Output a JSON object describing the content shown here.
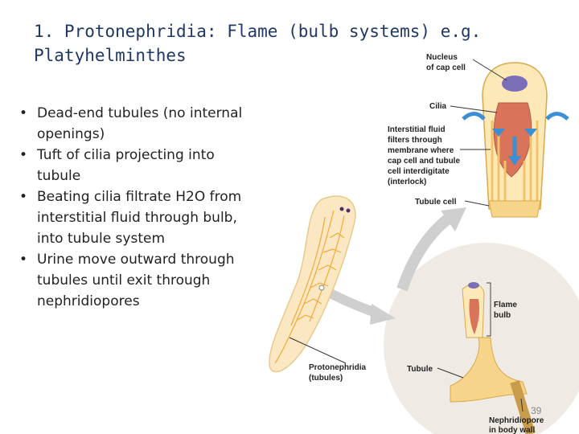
{
  "slide": {
    "title_line1": "1. Protonephridia: Flame (bulb systems) e.g.",
    "title_line2": "Platyhelminthes",
    "bullets": [
      "Dead-end tubules (no internal openings)",
      "Tuft of cilia projecting into tubule",
      "Beating cilia filtrate H2O from interstitial fluid  through bulb, into tubule system",
      "Urine move outward through tubules until exit through nephridiopores"
    ],
    "bullet_symbol": "•",
    "page_number": "39"
  },
  "diagram": {
    "labels": {
      "nucleus_l1": "Nucleus",
      "nucleus_l2": "of cap cell",
      "cilia": "Cilia",
      "interstitial_l1": "Interstitial fluid",
      "interstitial_l2": "filters through",
      "interstitial_l3": "membrane where",
      "interstitial_l4": "cap cell and tubule",
      "interstitial_l5": "cell interdigitate",
      "interstitial_l6": "(interlock)",
      "tubule_cell": "Tubule cell",
      "flame_bulb_l1": "Flame",
      "flame_bulb_l2": "bulb",
      "protonephridia_l1": "Protonephridia",
      "protonephridia_l2": "(tubules)",
      "tubule": "Tubule",
      "nephridiopore_l1": "Nephridiopore",
      "nephridiopore_l2": "in body wall"
    },
    "colors": {
      "title": "#1f3864",
      "flatworm": "#f5deb3",
      "tubule_orange": "#f2a93b",
      "cap_cell": "#fde9b8",
      "cilia_red": "#d9735a",
      "nucleus": "#7b6fb8",
      "arrow_blue": "#3b8fd4",
      "circle_bg": "#f1ede6"
    }
  }
}
